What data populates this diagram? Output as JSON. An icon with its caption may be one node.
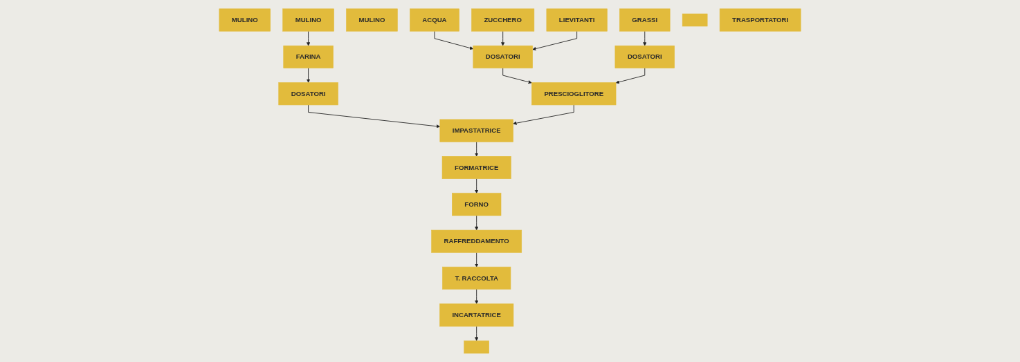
{
  "diagram": {
    "nodes": [
      {
        "text": [
          "MULINO"
        ]
      },
      {
        "text": [
          "MULINO"
        ]
      },
      {
        "text": [
          "MULINO"
        ]
      },
      {
        "text": [
          "ACQUA"
        ]
      },
      {
        "text": [
          "ZUCCHERO"
        ]
      },
      {
        "text": [
          "LIEVITANTI"
        ]
      },
      {
        "text": [
          "GRASSI"
        ]
      },
      {
        "text": [
          "FARINA"
        ]
      },
      {
        "text": [
          "DOSATORI"
        ]
      },
      {
        "text": [
          "DOSATORI"
        ]
      },
      {
        "text": [
          "DOSATORI"
        ]
      },
      {
        "text": [
          "PRESCIOGLITORE"
        ]
      },
      {
        "text": [
          "IMPASTATRICE"
        ]
      },
      {
        "text": [
          "FORMATRICE"
        ]
      },
      {
        "text": [
          "FORNO"
        ]
      },
      {
        "text": [],
        "shape": "box"
      },
      {
        "text": [
          "TRASPORTATORI"
        ]
      },
      {
        "text": [],
        "shape": "box"
      },
      {
        "text": [
          "INCARTATRICE"
        ]
      },
      {
        "text": [
          "T. RACCOLTA"
        ]
      },
      {
        "text": [
          "RAFFREDDAMENTO"
        ]
      }
    ],
    "edges": [
      {
        "from": 1,
        "to": 7,
        "arrow": "to"
      },
      {
        "from": 3,
        "to": 8,
        "arrow": "to"
      },
      {
        "from": 4,
        "to": 8,
        "arrow": "to"
      },
      {
        "from": 5,
        "to": 8,
        "arrow": "to"
      },
      {
        "from": 6,
        "to": 9,
        "arrow": "to"
      },
      {
        "from": 7,
        "to": 10,
        "arrow": "to"
      },
      {
        "from": 8,
        "to": 11,
        "arrow": "to"
      },
      {
        "from": 9,
        "to": 11,
        "arrow": "to"
      },
      {
        "from": 10,
        "to": 12,
        "arrow": "to"
      },
      {
        "from": 11,
        "to": 12,
        "arrow": "to"
      },
      {
        "from": 12,
        "to": 13,
        "arrow": "to"
      },
      {
        "from": 13,
        "to": 14,
        "arrow": "to"
      },
      {
        "from": 14,
        "to": 20,
        "arrow": "to"
      },
      {
        "from": 20,
        "to": 19,
        "arrow": "to"
      },
      {
        "from": 19,
        "to": 18,
        "arrow": "to"
      },
      {
        "from": 18,
        "to": 17,
        "arrow": "to"
      }
    ]
  }
}
